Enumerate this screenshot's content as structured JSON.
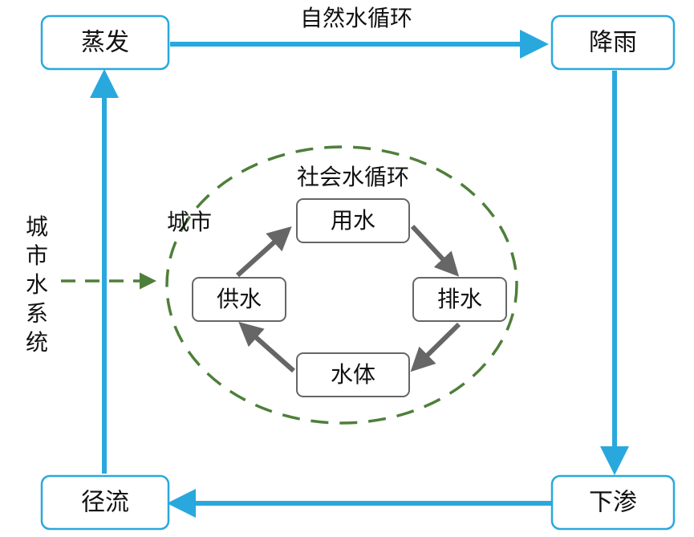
{
  "nodes": {
    "evaporation": "蒸发",
    "rainfall": "降雨",
    "infiltration": "下渗",
    "runoff": "径流",
    "water_use": "用水",
    "drainage": "排水",
    "water_body": "水体",
    "water_supply": "供水"
  },
  "labels": {
    "natural_cycle": "自然水循环",
    "social_cycle": "社会水循环",
    "city": "城市",
    "urban_water_system": [
      "城",
      "市",
      "水",
      "系",
      "统"
    ]
  },
  "colors": {
    "natural_cycle": "#29a8de",
    "social_cycle": "#666666",
    "urban_boundary": "#4e7f3a"
  }
}
